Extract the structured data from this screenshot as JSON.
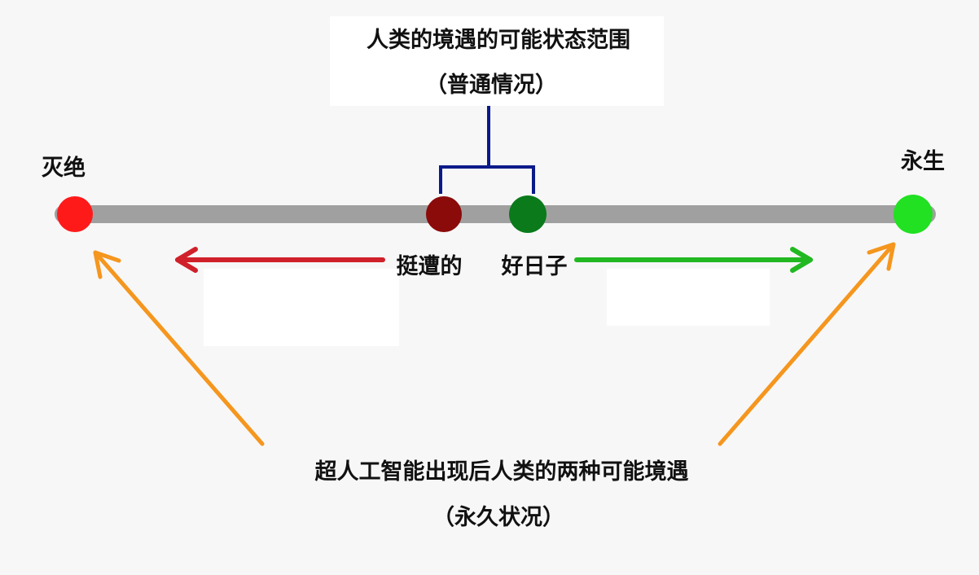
{
  "title": "人类的境遇的可能状态范围",
  "title_sub": "（普通情况）",
  "endpoints": {
    "left": "灭绝",
    "right": "永生"
  },
  "middle_labels": {
    "bad": "挺遭的",
    "good": "好日子"
  },
  "bottom_title": "超人工智能出现后人类的两种可能境遇",
  "bottom_sub": "（永久状况）",
  "colors": {
    "axis": "#a0a0a0",
    "extinction": "#ff1a1a",
    "bad": "#8b0a0a",
    "good": "#0a7a1a",
    "immortality": "#22e022",
    "bracket": "#0a1a8a",
    "left_arrow": "#d0202a",
    "right_arrow": "#22b822",
    "orange_arrow": "#f5961e"
  }
}
